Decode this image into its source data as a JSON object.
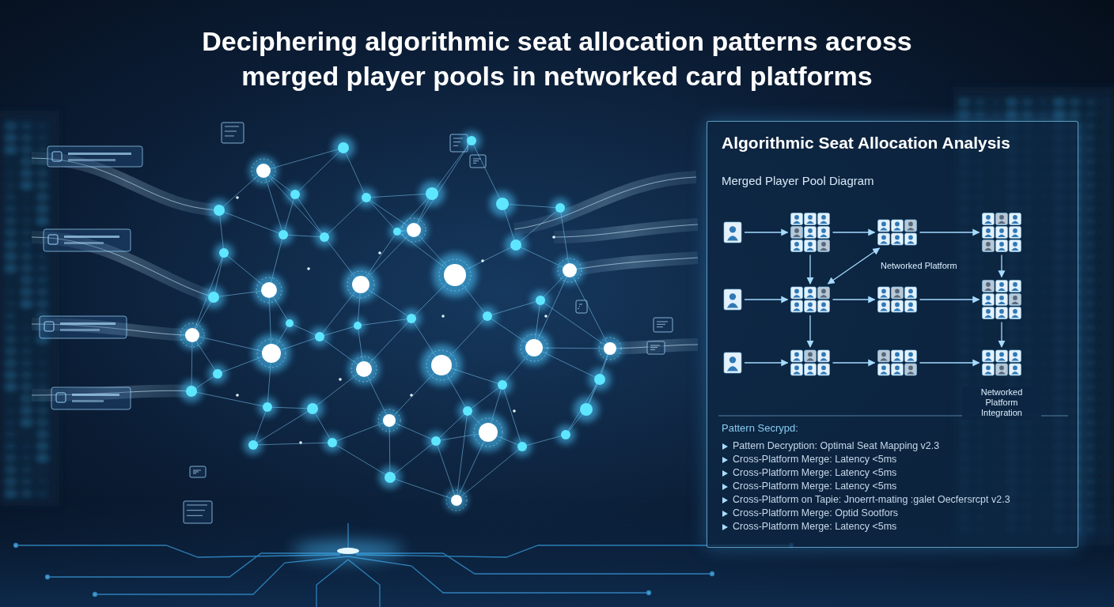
{
  "diagram": {
    "title": "Deciphering algorithmic seat allocation patterns across merged player pools in networked card platforms",
    "nodes": [
      {
        "text": [
          "Algorithmic Seat Allocation Analysis",
          "Merged Player Pool Diagram",
          "Pattern Secrypd:",
          "Pattern Decryption: Optimal Seat Mapping v2.3",
          "Cross-Platform Merge: Latency <5ms",
          "Cross-Platform Merge: Latency <5ms",
          "Cross-Platform Merge: Latency <5ms",
          "Cross-Platform on Tapie: Jnoerrt-mating :galet Oecfersrcpt v2.3",
          "Cross-Platform Merge: Optid Sootfors",
          "Cross-Platform Merge: Latency <5ms"
        ]
      }
    ],
    "labels": [
      "Networked Platform",
      "Networked Platform Integration"
    ]
  }
}
